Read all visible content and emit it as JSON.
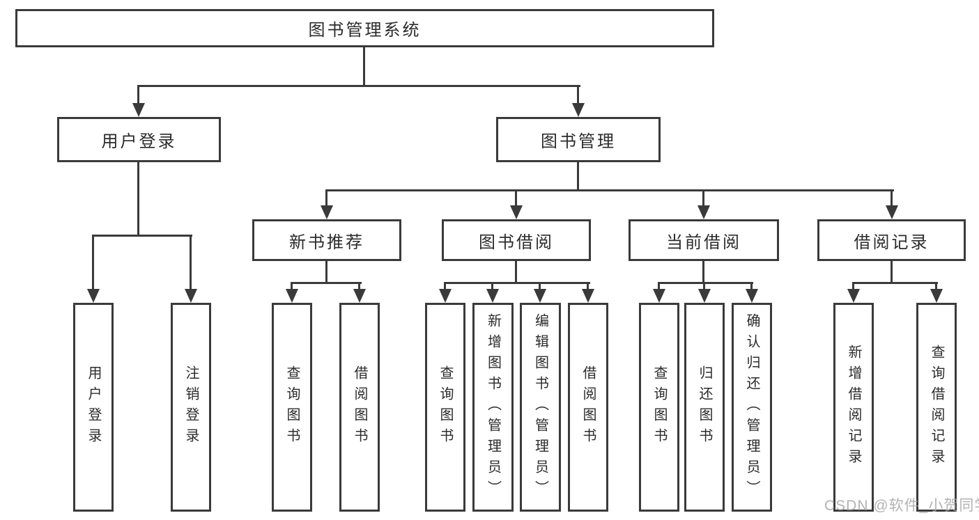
{
  "tree": {
    "root": {
      "label": "图书管理系统",
      "children": [
        {
          "label": "用户登录",
          "children": [
            {
              "label": "用户登录"
            },
            {
              "label": "注销登录"
            }
          ]
        },
        {
          "label": "图书管理",
          "children": [
            {
              "label": "新书推荐",
              "children": [
                {
                  "label": "查询图书"
                },
                {
                  "label": "借阅图书"
                }
              ]
            },
            {
              "label": "图书借阅",
              "children": [
                {
                  "label": "查询图书"
                },
                {
                  "label": "新增图书（管理员）"
                },
                {
                  "label": "编辑图书（管理员）"
                },
                {
                  "label": "借阅图书"
                }
              ]
            },
            {
              "label": "当前借阅",
              "children": [
                {
                  "label": "查询图书"
                },
                {
                  "label": "归还图书"
                },
                {
                  "label": "确认归还（管理员）"
                }
              ]
            },
            {
              "label": "借阅记录",
              "children": [
                {
                  "label": "新增借阅记录"
                },
                {
                  "label": "查询借阅记录"
                }
              ]
            }
          ]
        }
      ]
    }
  },
  "watermark": "CSDN @软件_小贺同学",
  "colors": {
    "line": "#3a3a3a",
    "text": "#2b2b2b",
    "watermark": "#a6a6a6",
    "background": "#ffffff"
  }
}
